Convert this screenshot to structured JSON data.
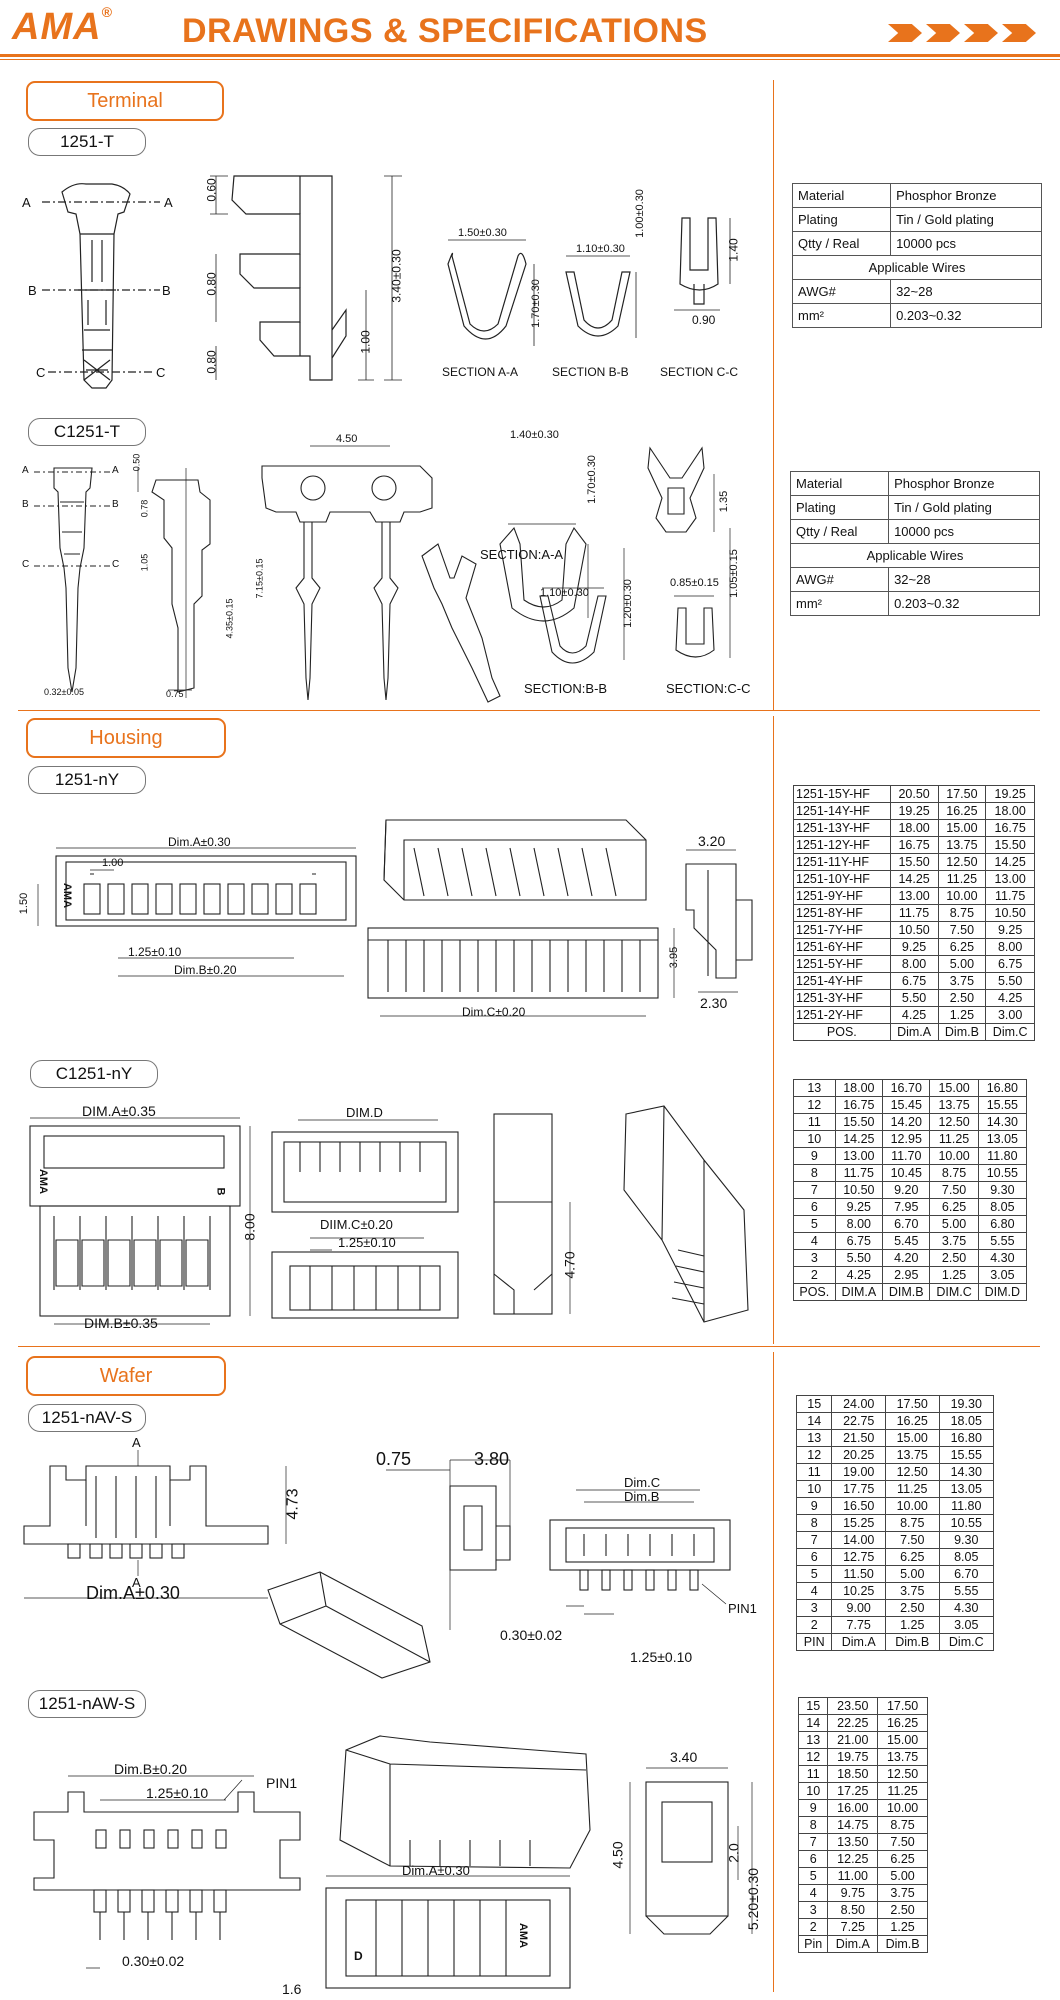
{
  "header": {
    "logo": "AMA",
    "registered": "®",
    "title": "DRAWINGS & SPECIFICATIONS"
  },
  "colors": {
    "accent": "#e8731c",
    "line": "#333333"
  },
  "sections": [
    {
      "label": "Terminal"
    },
    {
      "label": "Housing"
    },
    {
      "label": "Wafer"
    }
  ],
  "parts": {
    "t1": "1251-T",
    "t2": "C1251-T",
    "h1": "1251-nY",
    "h2": "C1251-nY",
    "w1": "1251-nAV-S",
    "w2": "1251-nAW-S"
  },
  "drawing_labels": {
    "t1": {
      "a_left": "A",
      "a_right": "A",
      "b_left": "B",
      "b_right": "B",
      "c_left": "C",
      "c_right": "C",
      "d060": "0.60",
      "d080a": "0.80",
      "d080b": "0.80",
      "d340": "3.40±0.30",
      "d100": "1.00",
      "sa_w": "1.50±0.30",
      "sa_h": "1.70±0.30",
      "sb_w": "1.10±0.30",
      "sb_h": "1.00±0.30",
      "sc_h": "1.40",
      "sc_w": "0.90",
      "sec_a": "SECTION A-A",
      "sec_b": "SECTION B-B",
      "sec_c": "SECTION C-C"
    },
    "t2": {
      "a_left": "A",
      "a_right": "A",
      "b_left": "B",
      "b_right": "B",
      "c_left": "C",
      "c_right": "C",
      "d032": "0.32±0.05",
      "d050": "0.50",
      "d075": "0.75",
      "d078": "0.78",
      "d105": "1.05",
      "d715": "7.15±0.15",
      "d435": "4.35±0.15",
      "d450": "4.50",
      "sa_w": "1.40±0.30",
      "sa_h": "1.70±0.30",
      "sec_a": "SECTION:A-A",
      "sd_h": "1.35",
      "sb_w": "1.10±0.30",
      "sb_h": "1.20±0.30",
      "sec_b": "SECTION:B-B",
      "sc_w": "0.85±0.15",
      "sc_h": "1.05±0.15",
      "sec_c": "SECTION:C-C"
    },
    "h1": {
      "dima": "Dim.A±0.30",
      "d100": "1.00",
      "d150": "1.50",
      "d125": "1.25±0.10",
      "dimb": "Dim.B±0.20",
      "dimc": "Dim.C±0.20",
      "d395": "3.95",
      "d320": "3.20",
      "d230": "2.30",
      "brand": "AMA"
    },
    "h2": {
      "dima": "DIM.A±0.35",
      "d800": "8.00",
      "dimb": "DIM.B±0.35",
      "dimd": "DIM.D",
      "dimc": "DIIM.C±0.20",
      "d125": "1.25±0.10",
      "d470": "4.70",
      "brand": "AMA",
      "mark": "B"
    },
    "w1": {
      "a_top": "A",
      "a_bot": "A",
      "d473": "4.73",
      "dima": "Dim.A±0.30",
      "d075": "0.75",
      "d380": "3.80",
      "dimc": "Dim.C",
      "dimb": "Dim.B",
      "d030": "0.30±0.02",
      "pin1": "PIN1",
      "d125": "1.25±0.10"
    },
    "w2": {
      "dimb": "Dim.B±0.20",
      "d125": "1.25±0.10",
      "pin1": "PIN1",
      "dima": "Dim.A±0.30",
      "d030": "0.30±0.02",
      "d16": "1.6",
      "d340": "3.40",
      "d450": "4.50",
      "d20": "2.0",
      "d520": "5.20±0.30",
      "brand": "AMA",
      "mark": "D"
    }
  },
  "spec_tables": [
    {
      "rows": [
        [
          "Material",
          "Phosphor Bronze"
        ],
        [
          "Plating",
          "Tin / Gold plating"
        ],
        [
          "Qtty / Real",
          "10000 pcs"
        ],
        [
          "Applicable Wires"
        ],
        [
          "AWG#",
          "32~28"
        ],
        [
          "mm²",
          "0.203~0.32"
        ]
      ]
    },
    {
      "rows": [
        [
          "Material",
          "Phosphor Bronze"
        ],
        [
          "Plating",
          "Tin / Gold plating"
        ],
        [
          "Qtty / Real",
          "10000 pcs"
        ],
        [
          "Applicable Wires"
        ],
        [
          "AWG#",
          "32~28"
        ],
        [
          "mm²",
          "0.203~0.32"
        ]
      ]
    }
  ],
  "dim_tables": {
    "housing_1251": {
      "rows": [
        [
          "1251-15Y-HF",
          "20.50",
          "17.50",
          "19.25"
        ],
        [
          "1251-14Y-HF",
          "19.25",
          "16.25",
          "18.00"
        ],
        [
          "1251-13Y-HF",
          "18.00",
          "15.00",
          "16.75"
        ],
        [
          "1251-12Y-HF",
          "16.75",
          "13.75",
          "15.50"
        ],
        [
          "1251-11Y-HF",
          "15.50",
          "12.50",
          "14.25"
        ],
        [
          "1251-10Y-HF",
          "14.25",
          "11.25",
          "13.00"
        ],
        [
          "1251-9Y-HF",
          "13.00",
          "10.00",
          "11.75"
        ],
        [
          "1251-8Y-HF",
          "11.75",
          "8.75",
          "10.50"
        ],
        [
          "1251-7Y-HF",
          "10.50",
          "7.50",
          "9.25"
        ],
        [
          "1251-6Y-HF",
          "9.25",
          "6.25",
          "8.00"
        ],
        [
          "1251-5Y-HF",
          "8.00",
          "5.00",
          "6.75"
        ],
        [
          "1251-4Y-HF",
          "6.75",
          "3.75",
          "5.50"
        ],
        [
          "1251-3Y-HF",
          "5.50",
          "2.50",
          "4.25"
        ],
        [
          "1251-2Y-HF",
          "4.25",
          "1.25",
          "3.00"
        ]
      ],
      "header": [
        "POS.",
        "Dim.A",
        "Dim.B",
        "Dim.C"
      ]
    },
    "housing_c1251": {
      "rows": [
        [
          "13",
          "18.00",
          "16.70",
          "15.00",
          "16.80"
        ],
        [
          "12",
          "16.75",
          "15.45",
          "13.75",
          "15.55"
        ],
        [
          "11",
          "15.50",
          "14.20",
          "12.50",
          "14.30"
        ],
        [
          "10",
          "14.25",
          "12.95",
          "11.25",
          "13.05"
        ],
        [
          "9",
          "13.00",
          "11.70",
          "10.00",
          "11.80"
        ],
        [
          "8",
          "11.75",
          "10.45",
          "8.75",
          "10.55"
        ],
        [
          "7",
          "10.50",
          "9.20",
          "7.50",
          "9.30"
        ],
        [
          "6",
          "9.25",
          "7.95",
          "6.25",
          "8.05"
        ],
        [
          "5",
          "8.00",
          "6.70",
          "5.00",
          "6.80"
        ],
        [
          "4",
          "6.75",
          "5.45",
          "3.75",
          "5.55"
        ],
        [
          "3",
          "5.50",
          "4.20",
          "2.50",
          "4.30"
        ],
        [
          "2",
          "4.25",
          "2.95",
          "1.25",
          "3.05"
        ]
      ],
      "header": [
        "POS.",
        "DIM.A",
        "DIM.B",
        "DIM.C",
        "DIM.D"
      ]
    },
    "wafer_av": {
      "rows": [
        [
          "15",
          "24.00",
          "17.50",
          "19.30"
        ],
        [
          "14",
          "22.75",
          "16.25",
          "18.05"
        ],
        [
          "13",
          "21.50",
          "15.00",
          "16.80"
        ],
        [
          "12",
          "20.25",
          "13.75",
          "15.55"
        ],
        [
          "11",
          "19.00",
          "12.50",
          "14.30"
        ],
        [
          "10",
          "17.75",
          "11.25",
          "13.05"
        ],
        [
          "9",
          "16.50",
          "10.00",
          "11.80"
        ],
        [
          "8",
          "15.25",
          "8.75",
          "10.55"
        ],
        [
          "7",
          "14.00",
          "7.50",
          "9.30"
        ],
        [
          "6",
          "12.75",
          "6.25",
          "8.05"
        ],
        [
          "5",
          "11.50",
          "5.00",
          "6.70"
        ],
        [
          "4",
          "10.25",
          "3.75",
          "5.55"
        ],
        [
          "3",
          "9.00",
          "2.50",
          "4.30"
        ],
        [
          "2",
          "7.75",
          "1.25",
          "3.05"
        ]
      ],
      "header": [
        "PIN",
        "Dim.A",
        "Dim.B",
        "Dim.C"
      ]
    },
    "wafer_aw": {
      "rows": [
        [
          "15",
          "23.50",
          "17.50"
        ],
        [
          "14",
          "22.25",
          "16.25"
        ],
        [
          "13",
          "21.00",
          "15.00"
        ],
        [
          "12",
          "19.75",
          "13.75"
        ],
        [
          "11",
          "18.50",
          "12.50"
        ],
        [
          "10",
          "17.25",
          "11.25"
        ],
        [
          "9",
          "16.00",
          "10.00"
        ],
        [
          "8",
          "14.75",
          "8.75"
        ],
        [
          "7",
          "13.50",
          "7.50"
        ],
        [
          "6",
          "12.25",
          "6.25"
        ],
        [
          "5",
          "11.00",
          "5.00"
        ],
        [
          "4",
          "9.75",
          "3.75"
        ],
        [
          "3",
          "8.50",
          "2.50"
        ],
        [
          "2",
          "7.25",
          "1.25"
        ]
      ],
      "header": [
        "Pin",
        "Dim.A",
        "Dim.B"
      ]
    }
  }
}
